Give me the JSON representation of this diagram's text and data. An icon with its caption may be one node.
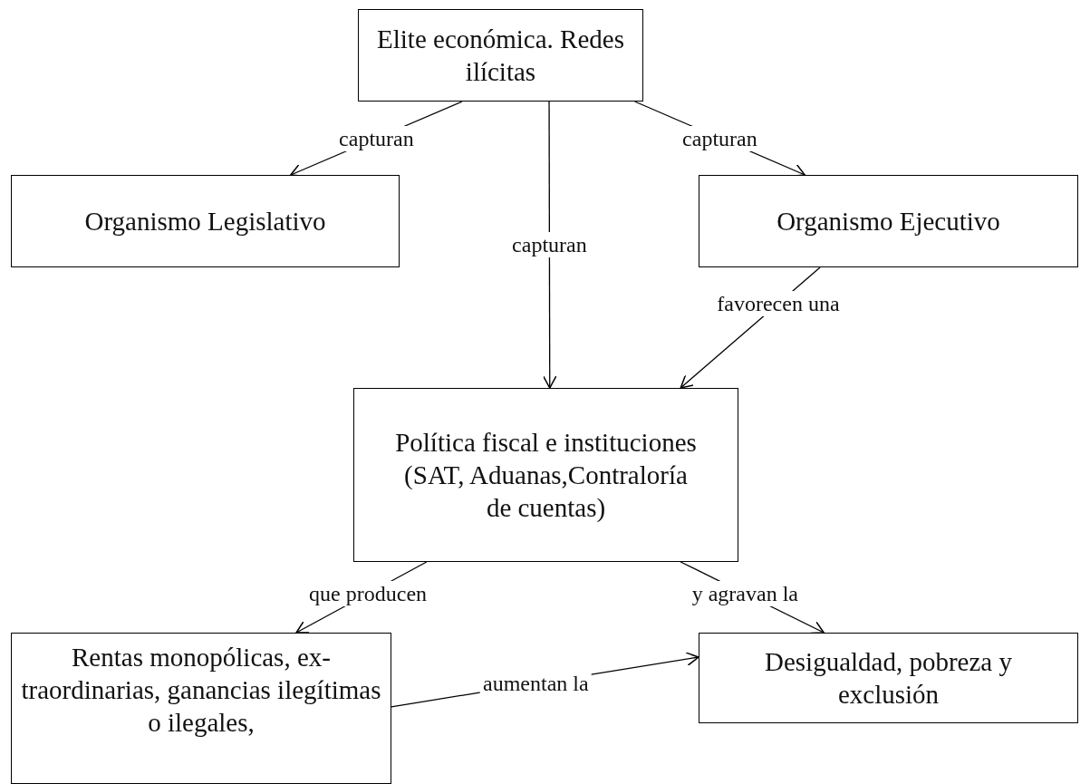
{
  "diagram": {
    "nodes": [
      {
        "text": [
          "Elite económica. Redes ilícitas"
        ]
      },
      {
        "text": [
          "Organismo Legislativo"
        ]
      },
      {
        "text": [
          "Organismo Ejecutivo"
        ]
      },
      {
        "text": [
          "Política fiscal e instituciones (SAT, Aduanas,Contraloría de cuentas)"
        ]
      },
      {
        "text": [
          "Rentas monopólicas, ex- traordinarias, ganancias ilegítimas o ilegales,"
        ]
      },
      {
        "text": [
          "Desigualdad, pobreza y exclusión"
        ]
      }
    ],
    "edges": [
      {
        "from": 0,
        "to": 1,
        "arrow": "to",
        "label": "capturan"
      },
      {
        "from": 0,
        "to": 3,
        "arrow": "to",
        "label": "capturan"
      },
      {
        "from": 0,
        "to": 2,
        "arrow": "to",
        "label": "capturan"
      },
      {
        "from": 2,
        "to": 3,
        "arrow": "to",
        "label": "favorecen una"
      },
      {
        "from": 3,
        "to": 4,
        "arrow": "to",
        "label": "que producen"
      },
      {
        "from": 3,
        "to": 5,
        "arrow": "to",
        "label": "y agravan la"
      },
      {
        "from": 4,
        "to": 5,
        "arrow": "to",
        "label": "aumentan la"
      }
    ]
  }
}
